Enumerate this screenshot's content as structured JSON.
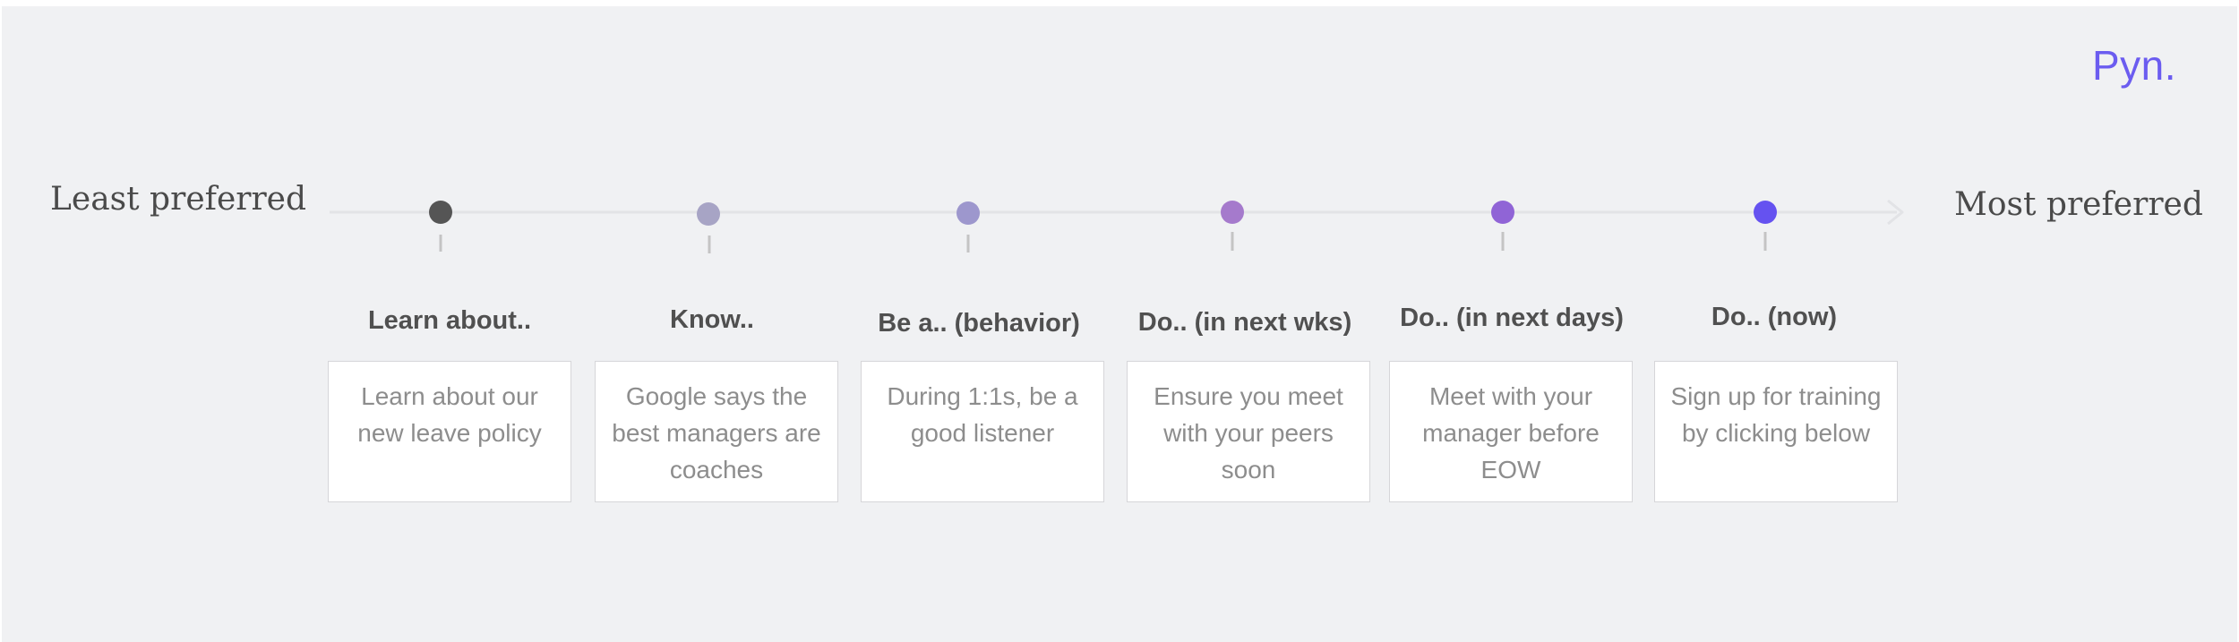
{
  "brand": {
    "name": "Pyn."
  },
  "scale": {
    "left_label": "Least preferred",
    "right_label": "Most preferred"
  },
  "steps": [
    {
      "title": "Learn about..",
      "description": "Learn about our new leave policy",
      "color": "#555555"
    },
    {
      "title": "Know..",
      "description": "Google says the best managers are coaches",
      "color": "#a7a4c5"
    },
    {
      "title": "Be a.. (behavior)",
      "description": "During 1:1s, be a good listener",
      "color": "#9d97cd"
    },
    {
      "title": "Do.. (in next wks)",
      "description": "Ensure you meet with your peers soon",
      "color": "#a57acc"
    },
    {
      "title": "Do.. (in next days)",
      "description": "Meet with your manager before EOW",
      "color": "#9064d6"
    },
    {
      "title": "Do.. (now)",
      "description": "Sign up for training by clicking below",
      "color": "#6552f0"
    }
  ],
  "colors": {
    "background": "#f0f1f3",
    "brand": "#6b5cf0",
    "axis_line": "#e2e3e6",
    "tick": "#c4c4c4"
  }
}
